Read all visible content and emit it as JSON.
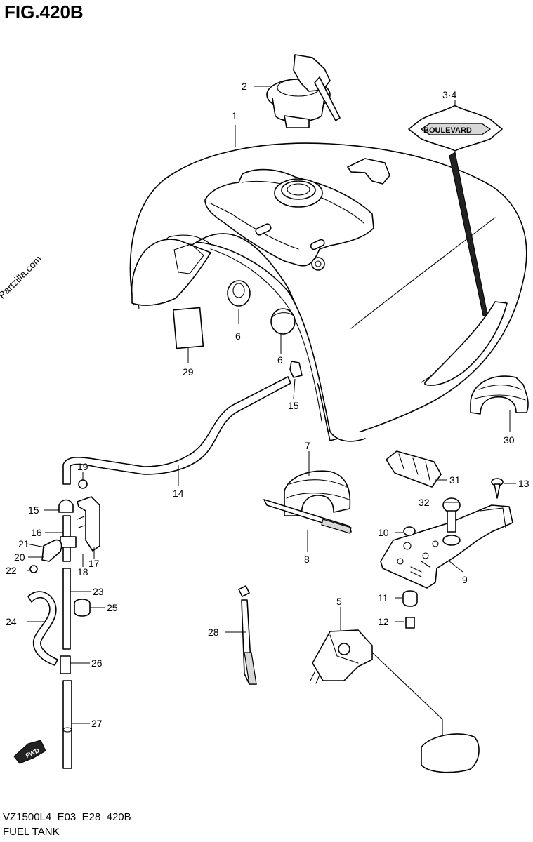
{
  "figure": {
    "title": "FIG.420B",
    "model_code": "VZ1500L4_E03_E28_420B",
    "section_name": "FUEL TANK",
    "watermark": "© Partzilla.com",
    "emblem_text": "BOULEVARD",
    "fwd_label": "FWD"
  },
  "callouts": [
    "1",
    "2",
    "3·4",
    "5",
    "6",
    "6",
    "7",
    "8",
    "9",
    "10",
    "11",
    "12",
    "13",
    "14",
    "15",
    "15",
    "16",
    "17",
    "18",
    "19",
    "20",
    "21",
    "22",
    "23",
    "24",
    "25",
    "26",
    "27",
    "28",
    "29",
    "30",
    "31",
    "32"
  ]
}
